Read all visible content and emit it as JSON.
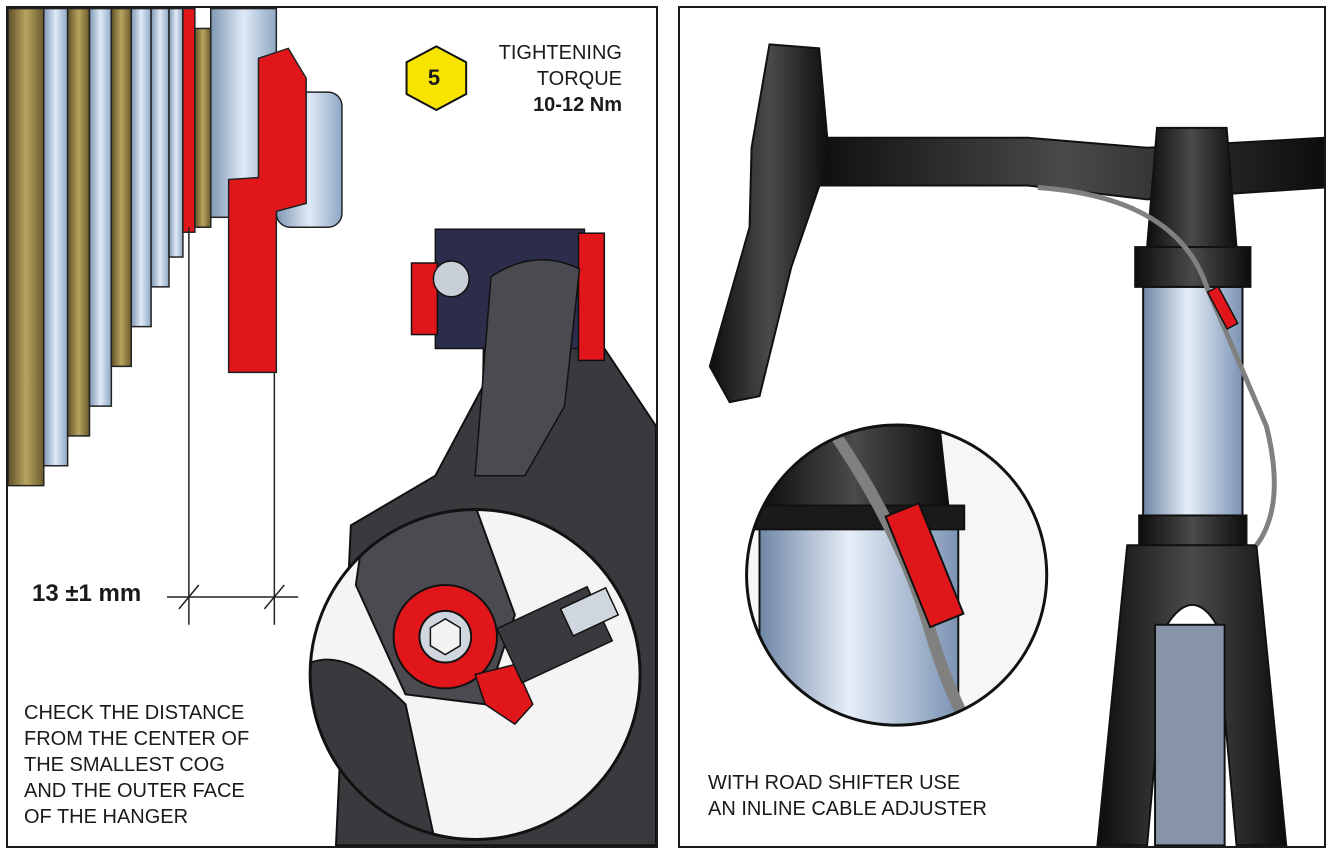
{
  "left_panel": {
    "step_number": "5",
    "torque_line1": "TIGHTENING",
    "torque_line2": "TORQUE",
    "torque_value": "10-12 Nm",
    "dimension_label": "13 ±1 mm",
    "caption_lines": [
      "CHECK THE DISTANCE",
      "FROM THE CENTER OF",
      "THE SMALLEST COG",
      "AND THE OUTER FACE",
      "OF THE HANGER"
    ]
  },
  "right_panel": {
    "caption_lines": [
      "WITH ROAD SHIFTER USE",
      "AN INLINE CABLE ADJUSTER"
    ]
  },
  "colors": {
    "accent_red": "#e0161b",
    "badge_yellow": "#f7e400",
    "frame_black": "#1c1c1c",
    "steel_blue": "#a9c6e8",
    "gold": "#9c8a4a"
  }
}
